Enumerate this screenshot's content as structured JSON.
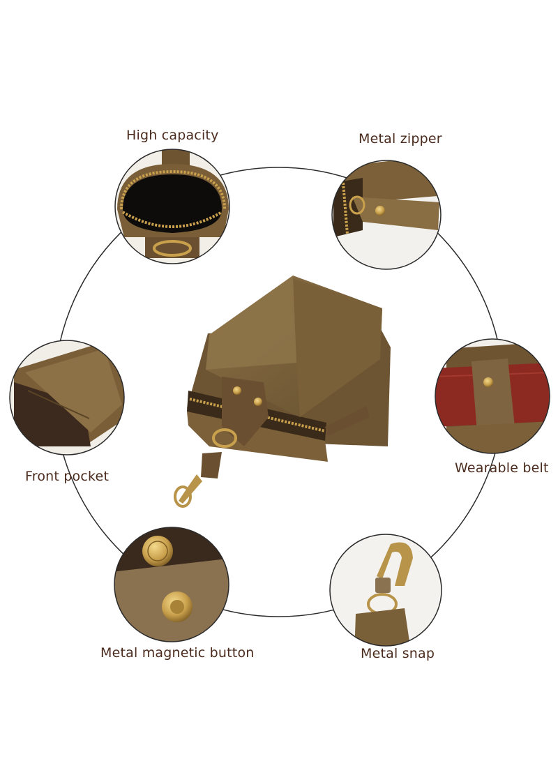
{
  "features": {
    "high_capacity": "High capacity",
    "metal_zipper": "Metal zipper",
    "front_pocket": "Front pocket",
    "wearable_belt": "Wearable belt",
    "metal_magnetic_button": "Metal magnetic button",
    "metal_snap": "Metal snap"
  },
  "colors": {
    "label_text": "#4a2b1d",
    "leather": "#7a6038",
    "leather_dark": "#5a4426",
    "belt_red": "#8c2a22",
    "brass": "#c9a04c",
    "ring_outline": "#333333"
  }
}
